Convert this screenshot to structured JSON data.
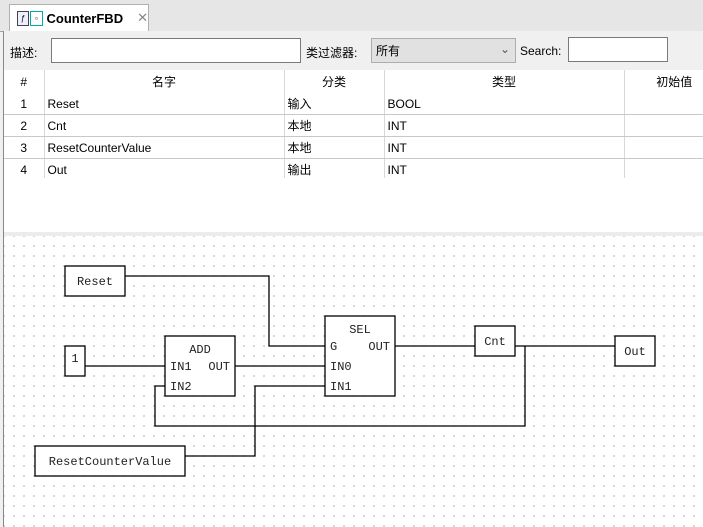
{
  "tab": {
    "title": "CounterFBD",
    "icons": [
      "fbd-icon",
      "block-icon"
    ],
    "close": "✕"
  },
  "filter": {
    "desc_label": "描述:",
    "desc_value": "",
    "category_label": "类过滤器:",
    "category_value": "所有",
    "search_label": "Search:",
    "search_value": ""
  },
  "table": {
    "headers": [
      "#",
      "名字",
      "分类",
      "类型",
      "初始值"
    ],
    "rows": [
      [
        "1",
        "Reset",
        "输入",
        "BOOL",
        ""
      ],
      [
        "2",
        "Cnt",
        "本地",
        "INT",
        ""
      ],
      [
        "3",
        "ResetCounterValue",
        "本地",
        "INT",
        ""
      ],
      [
        "4",
        "Out",
        "输出",
        "INT",
        ""
      ]
    ]
  },
  "diagram": {
    "vars": {
      "reset": "Reset",
      "one": "1",
      "rcv": "ResetCounterValue",
      "cnt": "Cnt",
      "out": "Out"
    },
    "add": {
      "title": "ADD",
      "in1": "IN1",
      "in2": "IN2",
      "out": "OUT"
    },
    "sel": {
      "title": "SEL",
      "g": "G",
      "in0": "IN0",
      "in1": "IN1",
      "out": "OUT"
    }
  }
}
